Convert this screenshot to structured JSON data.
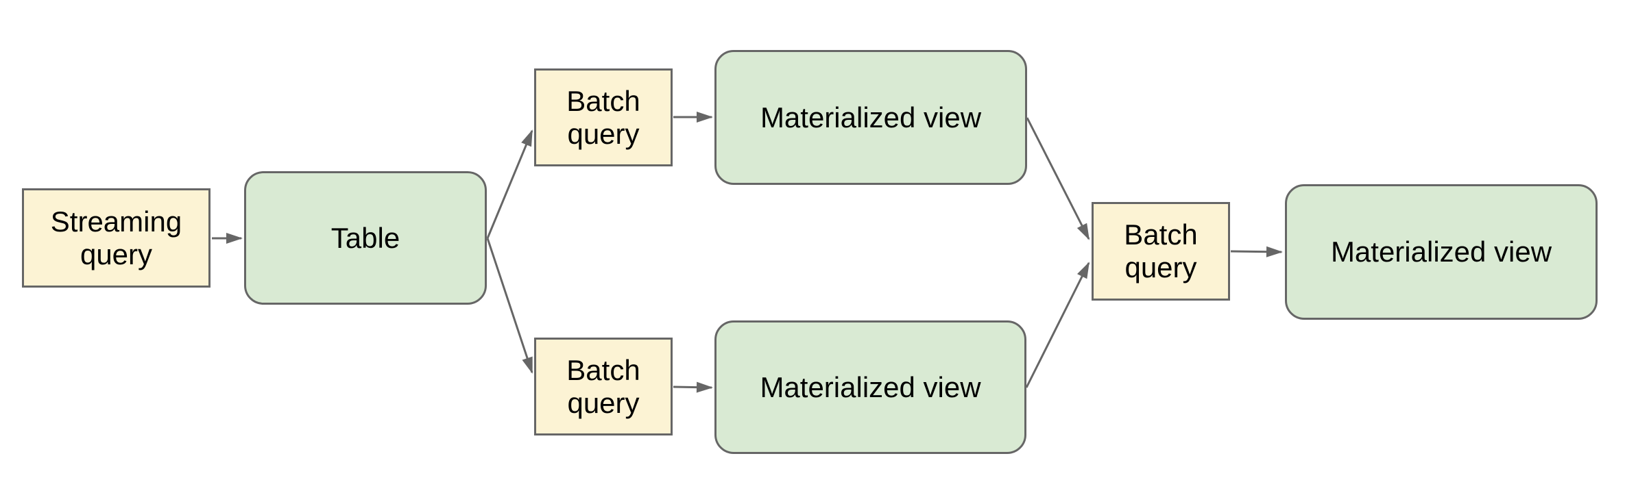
{
  "diagram": {
    "nodes": [
      {
        "id": "streaming-query",
        "label": "Streaming query",
        "kind": "query"
      },
      {
        "id": "table",
        "label": "Table",
        "kind": "data"
      },
      {
        "id": "batch-query-top",
        "label": "Batch query",
        "kind": "query"
      },
      {
        "id": "materialized-view-top",
        "label": "Materialized view",
        "kind": "data"
      },
      {
        "id": "batch-query-bottom",
        "label": "Batch query",
        "kind": "query"
      },
      {
        "id": "materialized-view-bottom",
        "label": "Materialized view",
        "kind": "data"
      },
      {
        "id": "batch-query-center",
        "label": "Batch query",
        "kind": "query"
      },
      {
        "id": "materialized-view-final",
        "label": "Materialized view",
        "kind": "data"
      }
    ],
    "edges": [
      {
        "from": "streaming-query",
        "to": "table"
      },
      {
        "from": "table",
        "to": "batch-query-top"
      },
      {
        "from": "table",
        "to": "batch-query-bottom"
      },
      {
        "from": "batch-query-top",
        "to": "materialized-view-top"
      },
      {
        "from": "batch-query-bottom",
        "to": "materialized-view-bottom"
      },
      {
        "from": "materialized-view-top",
        "to": "batch-query-center"
      },
      {
        "from": "materialized-view-bottom",
        "to": "batch-query-center"
      },
      {
        "from": "batch-query-center",
        "to": "materialized-view-final"
      }
    ],
    "colors": {
      "query_fill": "#fcf3d4",
      "data_fill": "#d9ead3",
      "border": "#666666",
      "arrow": "#666666",
      "text": "#000000",
      "background": "#ffffff"
    }
  }
}
